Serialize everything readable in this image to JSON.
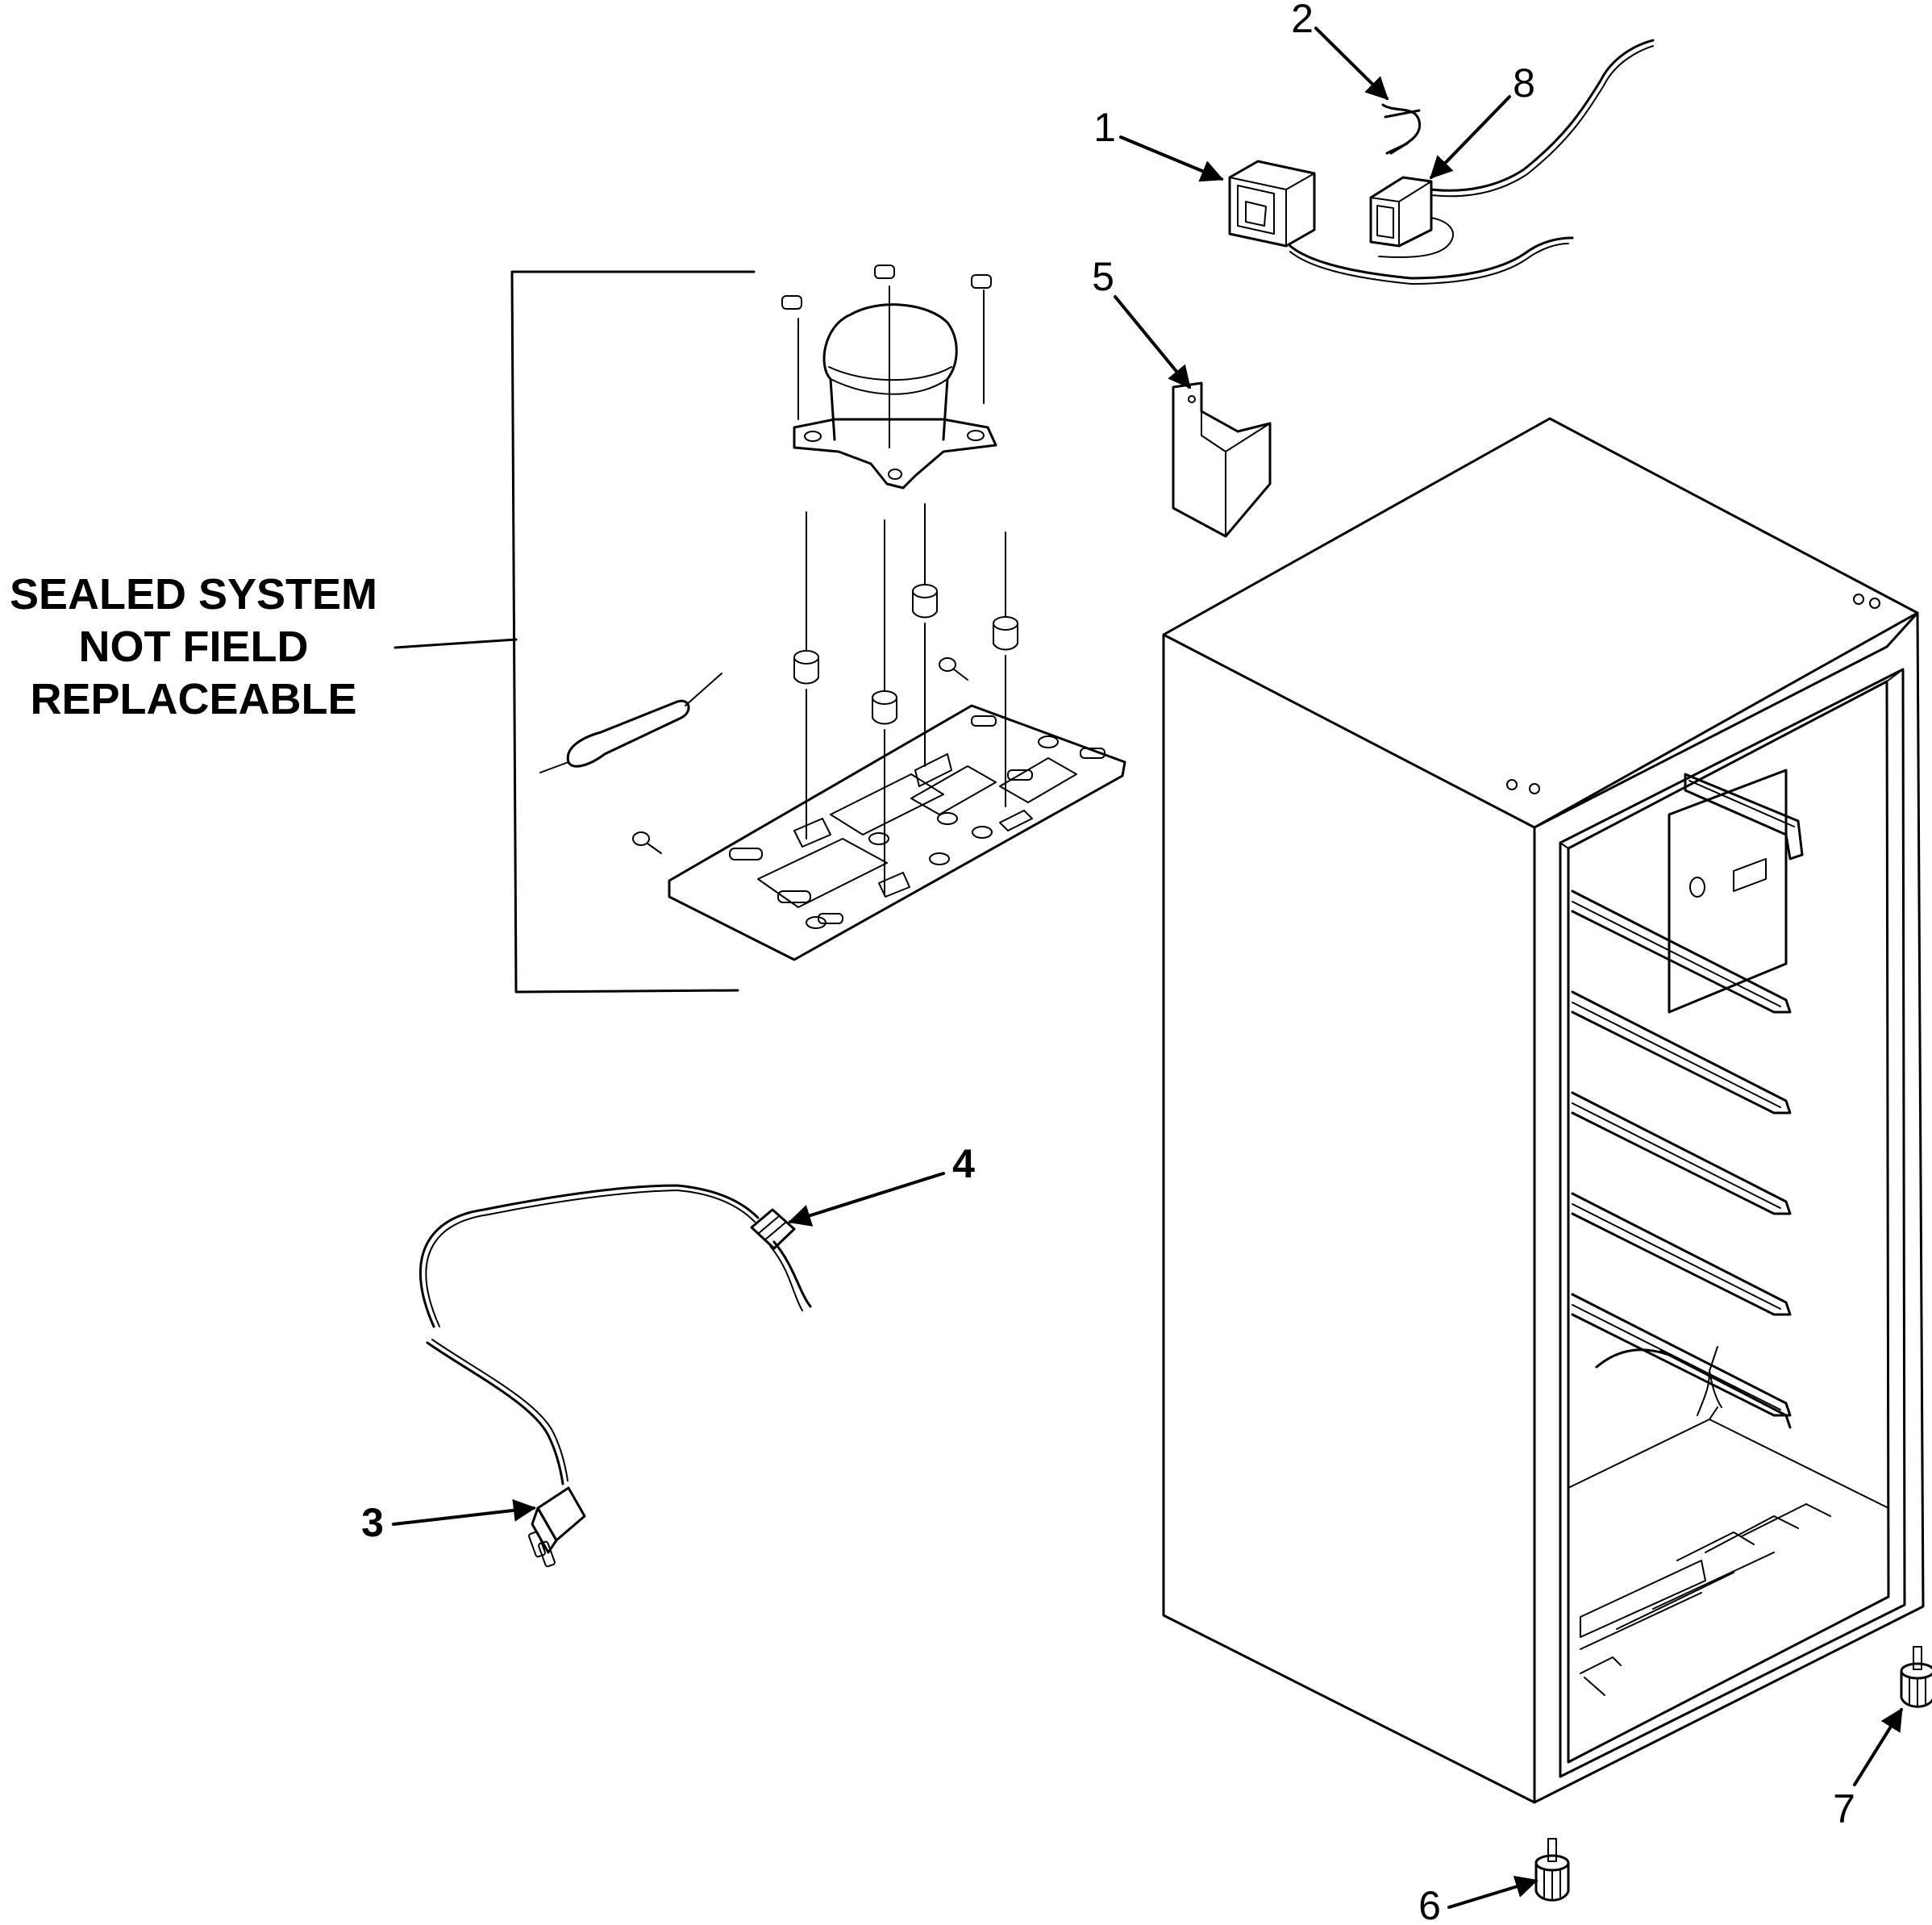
{
  "note": {
    "lines": [
      "SEALED SYSTEM",
      "NOT FIELD",
      "REPLACEABLE"
    ]
  },
  "callouts": {
    "c1": "1",
    "c2": "2",
    "c3": "3",
    "c4": "4",
    "c5": "5",
    "c6": "6",
    "c7": "7",
    "c8": "8"
  }
}
